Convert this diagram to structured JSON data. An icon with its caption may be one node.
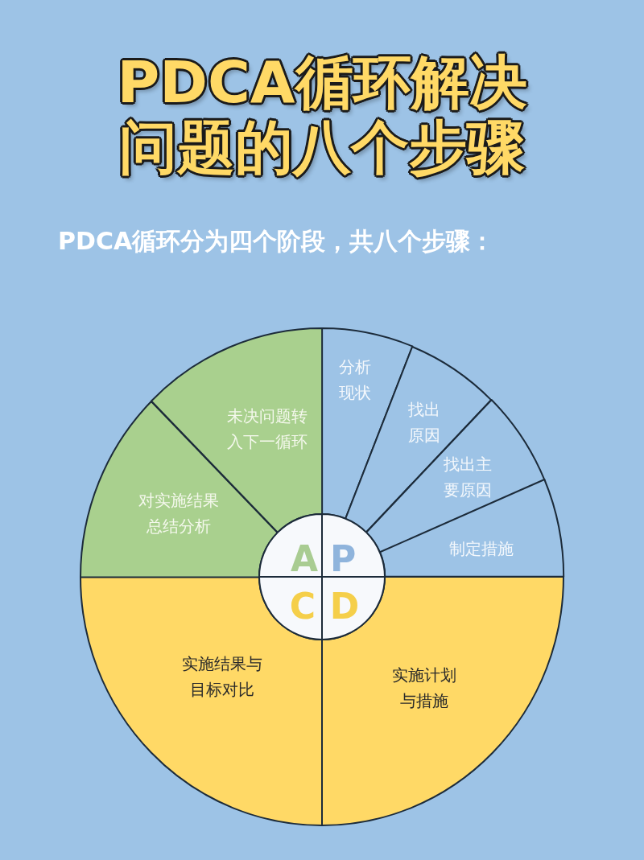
{
  "diagram": {
    "title": "PDCA循环解决问题的八个步骤",
    "nodes": [
      {
        "text": [
          "分析现状"
        ]
      },
      {
        "text": [
          "找出原因"
        ]
      },
      {
        "text": [
          "找出主要原因"
        ]
      },
      {
        "text": [
          "制定措施"
        ]
      },
      {
        "text": [
          "实施计划与措施"
        ]
      },
      {
        "text": [
          "实施结果与目标对比"
        ]
      },
      {
        "text": [
          "对实施结果总结分析"
        ]
      },
      {
        "text": [
          "未决问题转入下一循环"
        ]
      },
      {
        "text": [
          "A"
        ]
      },
      {
        "text": [
          "P"
        ]
      },
      {
        "text": [
          "C"
        ]
      },
      {
        "text": [
          "D"
        ]
      }
    ],
    "labels": [
      "PDCA循环分为四个阶段，共八个步骤："
    ]
  }
}
